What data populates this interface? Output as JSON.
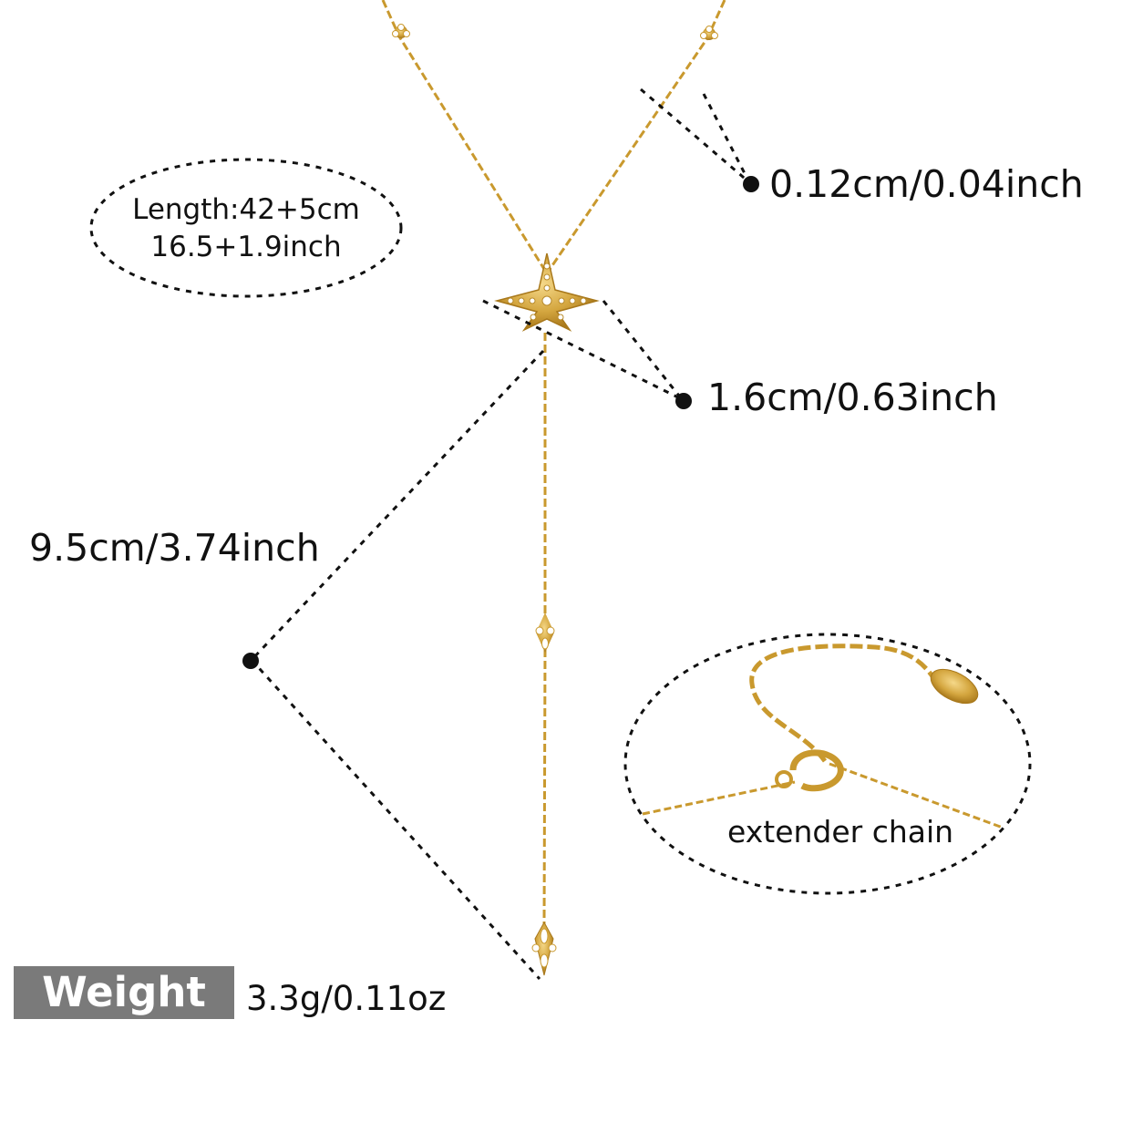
{
  "length": {
    "line1": "Length:42+5cm",
    "line2": "16.5+1.9inch"
  },
  "measurements": {
    "chain_thickness": "0.12cm/0.04inch",
    "star_size": "1.6cm/0.63inch",
    "drop_length": "9.5cm/3.74inch"
  },
  "extender_label": "extender chain",
  "weight": {
    "label": "Weight",
    "value": "3.3g/0.11oz"
  },
  "colors": {
    "gold": "#c9992e",
    "gold_dark": "#a8781b",
    "dots": "#111111",
    "weight_bg": "#7a7a7a"
  }
}
